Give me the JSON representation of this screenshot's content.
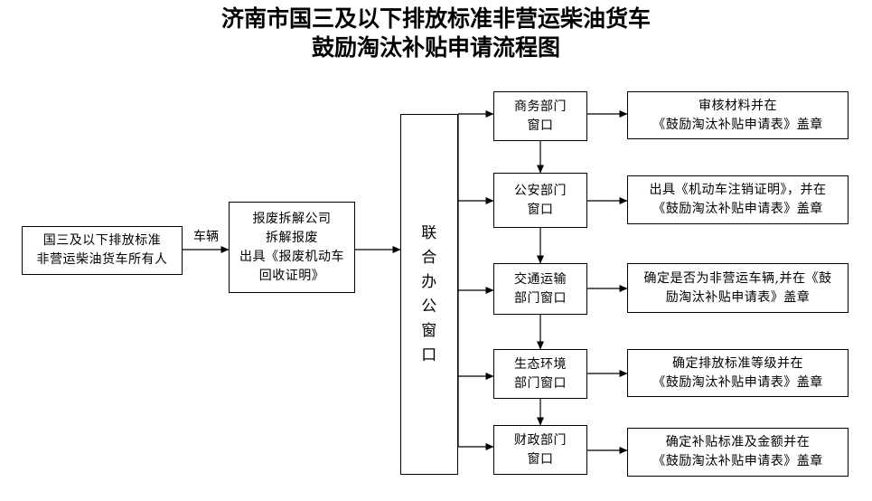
{
  "title": {
    "line1": "济南市国三及以下排放标准非营运柴油货车",
    "line2": "鼓励淘汰补贴申请流程图"
  },
  "owner": {
    "line1": "国三及以下排放标准",
    "line2": "非营运柴油货车所有人"
  },
  "edge_label": "车辆",
  "dismantler": {
    "line1": "报废拆解公司",
    "line2": "拆解报废",
    "line3": "出具《报废机动车",
    "line4": "回收证明》"
  },
  "hub": {
    "chars": [
      "联",
      "合",
      "办",
      "公",
      "窗",
      "口"
    ]
  },
  "windows": [
    {
      "line1": "商务部门",
      "line2": "窗口"
    },
    {
      "line1": "公安部门",
      "line2": "窗口"
    },
    {
      "line1": "交通运输",
      "line2": "部门窗口"
    },
    {
      "line1": "生态环境",
      "line2": "部门窗口"
    },
    {
      "line1": "财政部门",
      "line2": "窗口"
    }
  ],
  "actions": [
    {
      "line1": "审核材料并在",
      "line2": "《鼓励淘汰补贴申请表》盖章"
    },
    {
      "line1": "出具《机动车注销证明》，并在",
      "line2": "《鼓励淘汰补贴申请表》盖章"
    },
    {
      "line1": "确定是否为非营运车辆,并在《鼓",
      "line2": "励淘汰补贴申请表》盖章"
    },
    {
      "line1": "确定排放标准等级并在",
      "line2": "《鼓励淘汰补贴申请表》盖章"
    },
    {
      "line1": "确定补贴标准及金额并在",
      "line2": "《鼓励淘汰补贴申请表》盖章"
    }
  ]
}
